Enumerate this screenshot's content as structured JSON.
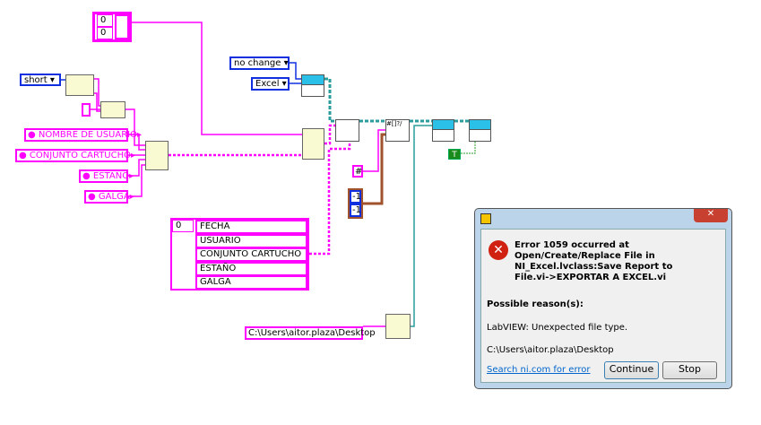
{
  "diagram": {
    "top_array": [
      "0",
      "0"
    ],
    "time_format_enum": "short",
    "no_change_enum": "no change",
    "excel_enum": "Excel",
    "string_constants": [
      "NOMBRE DE USUARIO",
      "CONJUNTO CARTUCHO",
      "ESTAÑO",
      "GALGA"
    ],
    "hash_constant": "#",
    "neg_array": [
      "-1",
      "-1"
    ],
    "bool_constant": "T",
    "table_index": "0",
    "table_rows": [
      "FECHA",
      "USUARIO",
      "CONJUNTO CARTUCHO",
      "ESTAÑO",
      "GALGA"
    ],
    "path_constant": "C:\\Users\\aitor.plaza\\Desktop",
    "format_node_label": "#[]?/"
  },
  "dialog": {
    "close": "✕",
    "error_message": "Error 1059 occurred at Open/Create/Replace File in NI_Excel.lvclass:Save Report to File.vi->EXPORTAR A EXCEL.vi",
    "reasons_heading": "Possible reason(s):",
    "reason": "LabVIEW:  Unexpected file type.",
    "path": "C:\\Users\\aitor.plaza\\Desktop",
    "search_link": "Search ni.com for error",
    "continue_button": "Continue",
    "stop_button": "Stop",
    "colors": {
      "error": "#d02010",
      "link": "#0066cc"
    }
  }
}
